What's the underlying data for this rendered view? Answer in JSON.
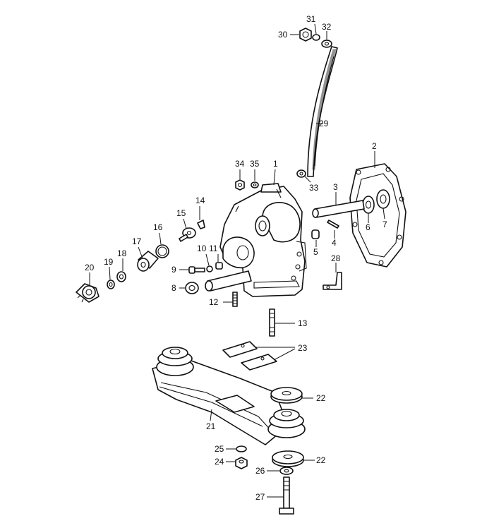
{
  "labels": {
    "p1": "1",
    "p2": "2",
    "p3": "3",
    "p4": "4",
    "p5": "5",
    "p6": "6",
    "p7": "7",
    "p8": "8",
    "p9": "9",
    "p10": "10",
    "p11": "11",
    "p12": "12",
    "p13": "13",
    "p14": "14",
    "p15": "15",
    "p16": "16",
    "p17": "17",
    "p18": "18",
    "p19": "19",
    "p20": "20",
    "p21": "21",
    "p22a": "22",
    "p22b": "22",
    "p23": "23",
    "p24": "24",
    "p25": "25",
    "p26": "26",
    "p27": "27",
    "p28": "28",
    "p29": "29",
    "p30": "30",
    "p31": "31",
    "p32": "32",
    "p33": "33",
    "p34": "34",
    "p35": "35"
  }
}
